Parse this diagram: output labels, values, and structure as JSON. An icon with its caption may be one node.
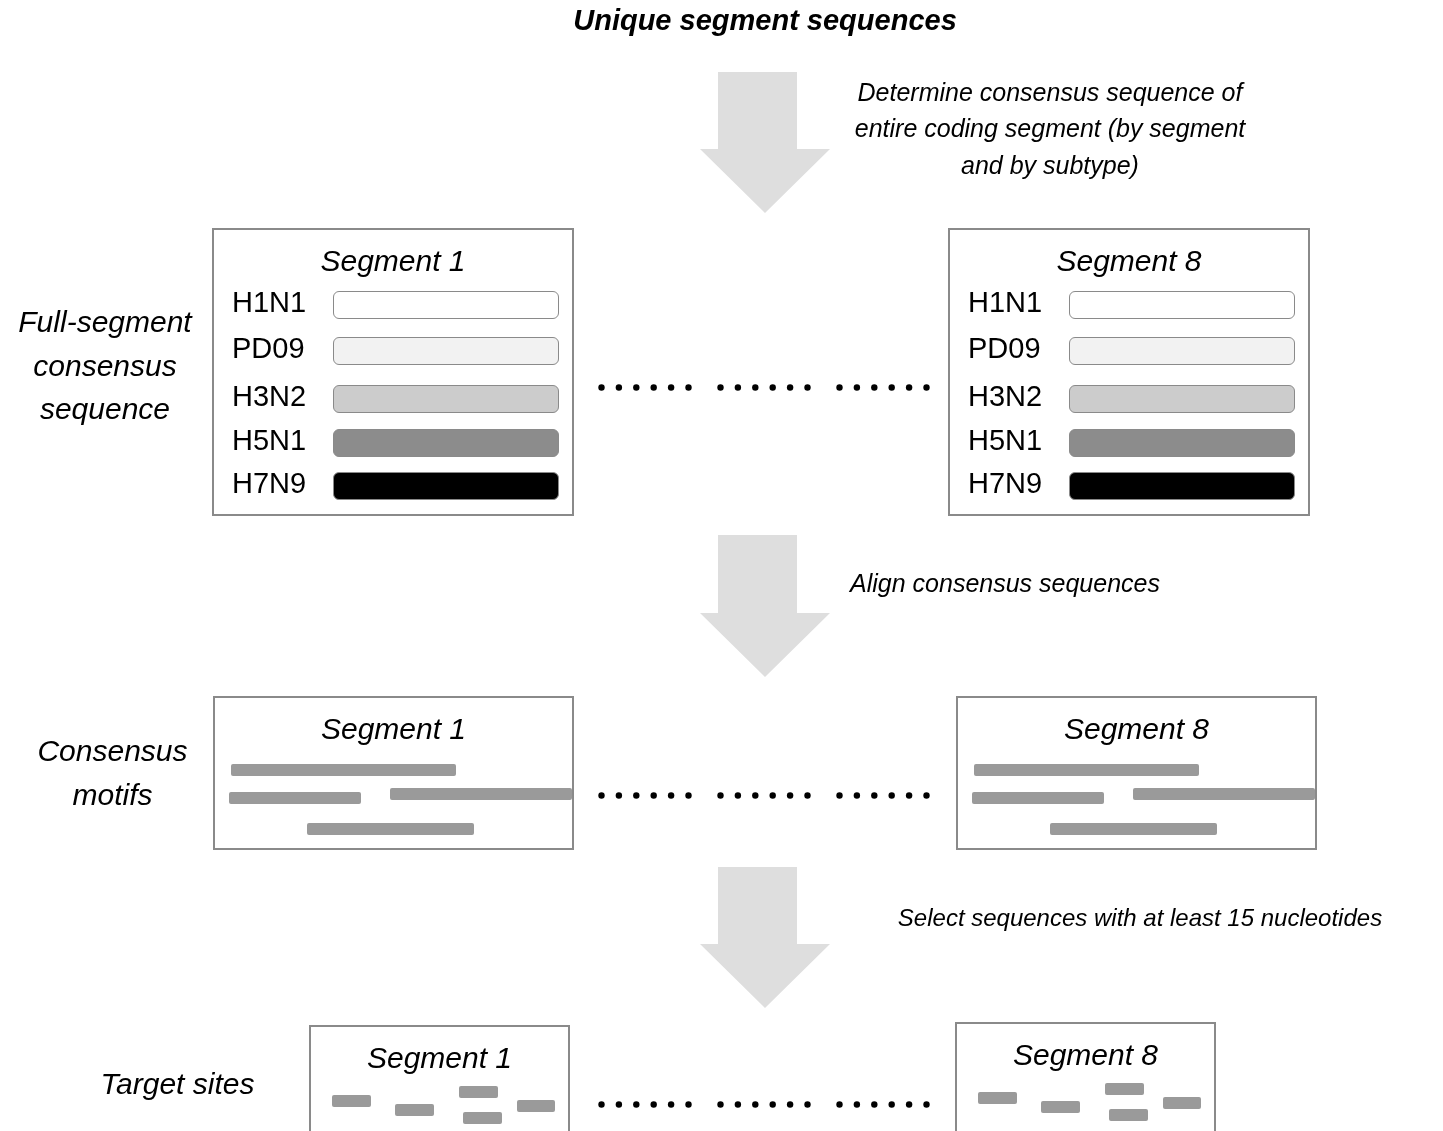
{
  "diagram": {
    "title": "Unique segment sequences",
    "nodes": [
      {
        "text": [
          "Segment 1",
          "H1N1",
          "PD09",
          "H3N2",
          "H5N1",
          "H7N9"
        ]
      },
      {
        "text": [],
        "shape": "bar",
        "in": 0
      },
      {
        "text": [],
        "shape": "bar",
        "in": 0
      },
      {
        "text": [],
        "shape": "bar",
        "in": 0
      },
      {
        "text": [],
        "shape": "bar",
        "in": 0
      },
      {
        "text": [],
        "shape": "bar",
        "in": 0
      },
      {
        "text": [
          "Segment 8",
          "H1N1",
          "PD09",
          "H3N2",
          "H5N1",
          "H7N9"
        ]
      },
      {
        "text": [],
        "shape": "bar",
        "in": 6
      },
      {
        "text": [],
        "shape": "bar",
        "in": 6
      },
      {
        "text": [],
        "shape": "bar",
        "in": 6
      },
      {
        "text": [],
        "shape": "bar",
        "in": 6
      },
      {
        "text": [],
        "shape": "bar",
        "in": 6
      },
      {
        "text": [
          "Segment 1"
        ]
      },
      {
        "text": [
          "Segment 8"
        ]
      },
      {
        "text": [
          "Segment 1"
        ]
      },
      {
        "text": [
          "Segment 8"
        ]
      }
    ],
    "labels": [
      "Determine consensus sequence of entire coding segment (by segment and by subtype)",
      "Full-segment consensus sequence",
      "Align consensus sequences",
      "Consensus motifs",
      "Select sequences with at least 15 nucleotides",
      "Target sites"
    ]
  }
}
